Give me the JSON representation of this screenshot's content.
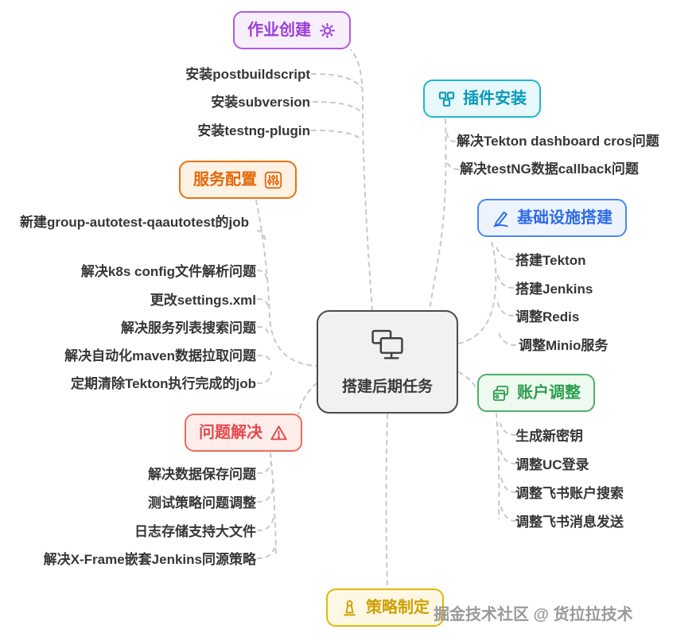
{
  "central": {
    "label": "搭建后期任务",
    "icon": "monitors-icon"
  },
  "watermark": {
    "text": "掘金技术社区 @ 货拉拉技术",
    "color": "#9a9a9a"
  },
  "connector_color": "#c8c8c8",
  "branches": {
    "job_creation": {
      "label": "作业创建",
      "icon": "gear-icon",
      "color": "#9b3fd6",
      "children": [
        "安装postbuildscript",
        "安装subversion",
        "安装testng-plugin"
      ]
    },
    "plugin_install": {
      "label": "插件安装",
      "icon": "packages-icon",
      "color": "#0899ba",
      "children": [
        "解决Tekton dashboard cros问题",
        "解决testNG数据callback问题"
      ]
    },
    "service_config": {
      "label": "服务配置",
      "icon": "sliders-icon",
      "color": "#e2690b",
      "children": [
        "新建group-autotest-qaautotest的job",
        "解决k8s config文件解析问题",
        "更改settings.xml",
        "解决服务列表搜索问题",
        "解决自动化maven数据拉取问题",
        "定期清除Tekton执行完成的job"
      ]
    },
    "infrastructure": {
      "label": "基础设施搭建",
      "icon": "pen-icon",
      "color": "#2e6be6",
      "children": [
        "搭建Tekton",
        "搭建Jenkins",
        "调整Redis",
        "调整Minio服务"
      ]
    },
    "account_adjust": {
      "label": "账户调整",
      "icon": "browser-window-icon",
      "color": "#2e9e4f",
      "children": [
        "生成新密钥",
        "调整UC登录",
        "调整飞书账户搜索",
        "调整飞书消息发送"
      ]
    },
    "problem_solving": {
      "label": "问题解决",
      "icon": "warning-icon",
      "color": "#e5484d",
      "children": [
        "解决数据保存问题",
        "测试策略问题调整",
        "日志存储支持大文件",
        "解决X-Frame嵌套Jenkins同源策略"
      ]
    },
    "strategy": {
      "label": "策略制定",
      "icon": "pawn-icon",
      "color": "#cfa005",
      "children": []
    }
  }
}
